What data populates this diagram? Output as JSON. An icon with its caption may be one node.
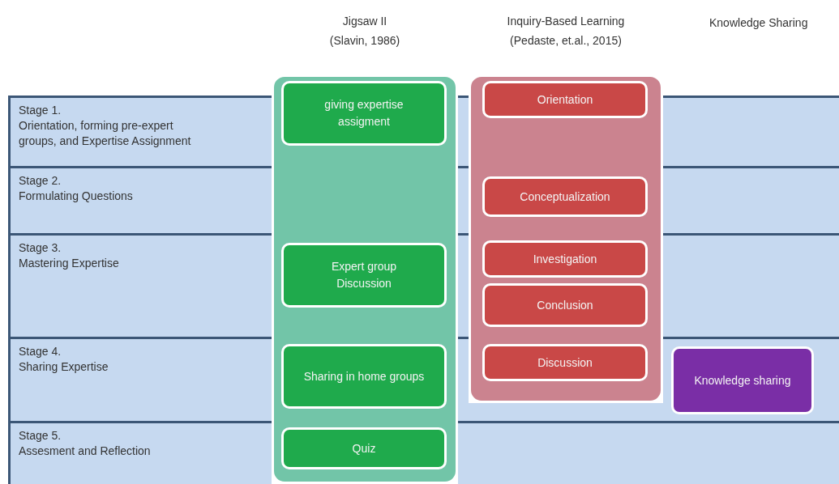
{
  "diagram": {
    "nodes": [
      {
        "text": [
          "Stage 1.",
          "Orientation, forming pre-expert groups,  and Expertise Assignment"
        ]
      },
      {
        "text": [
          "Stage 2.",
          "Formulating Questions"
        ]
      },
      {
        "text": [
          "Stage 3.",
          "Mastering Expertise"
        ]
      },
      {
        "text": [
          "Stage 4.",
          "Sharing Expertise"
        ]
      },
      {
        "text": [
          "Stage 5.",
          "Assesment and Reflection"
        ]
      },
      {
        "text": [
          "Jigsaw II (Slavin, 1986)"
        ]
      },
      {
        "text": [
          "giving expertise assigment"
        ],
        "in": 5
      },
      {
        "text": [
          "Expert group Discussion"
        ],
        "in": 5
      },
      {
        "text": [
          "Sharing in home groups"
        ],
        "in": 5
      },
      {
        "text": [
          "Quiz"
        ],
        "in": 5
      },
      {
        "text": [
          "Inquiry-Based Learning (Pedaste, et.al., 2015)"
        ]
      },
      {
        "text": [
          "Orientation"
        ],
        "in": 10
      },
      {
        "text": [
          "Conceptualization"
        ],
        "in": 10
      },
      {
        "text": [
          "Investigation"
        ],
        "in": 10
      },
      {
        "text": [
          "Conclusion"
        ],
        "in": 10
      },
      {
        "text": [
          "Discussion"
        ],
        "in": 10
      },
      {
        "text": [
          "Knowledge sharing"
        ]
      }
    ],
    "labels": [
      "Knowledge Sharing"
    ]
  }
}
